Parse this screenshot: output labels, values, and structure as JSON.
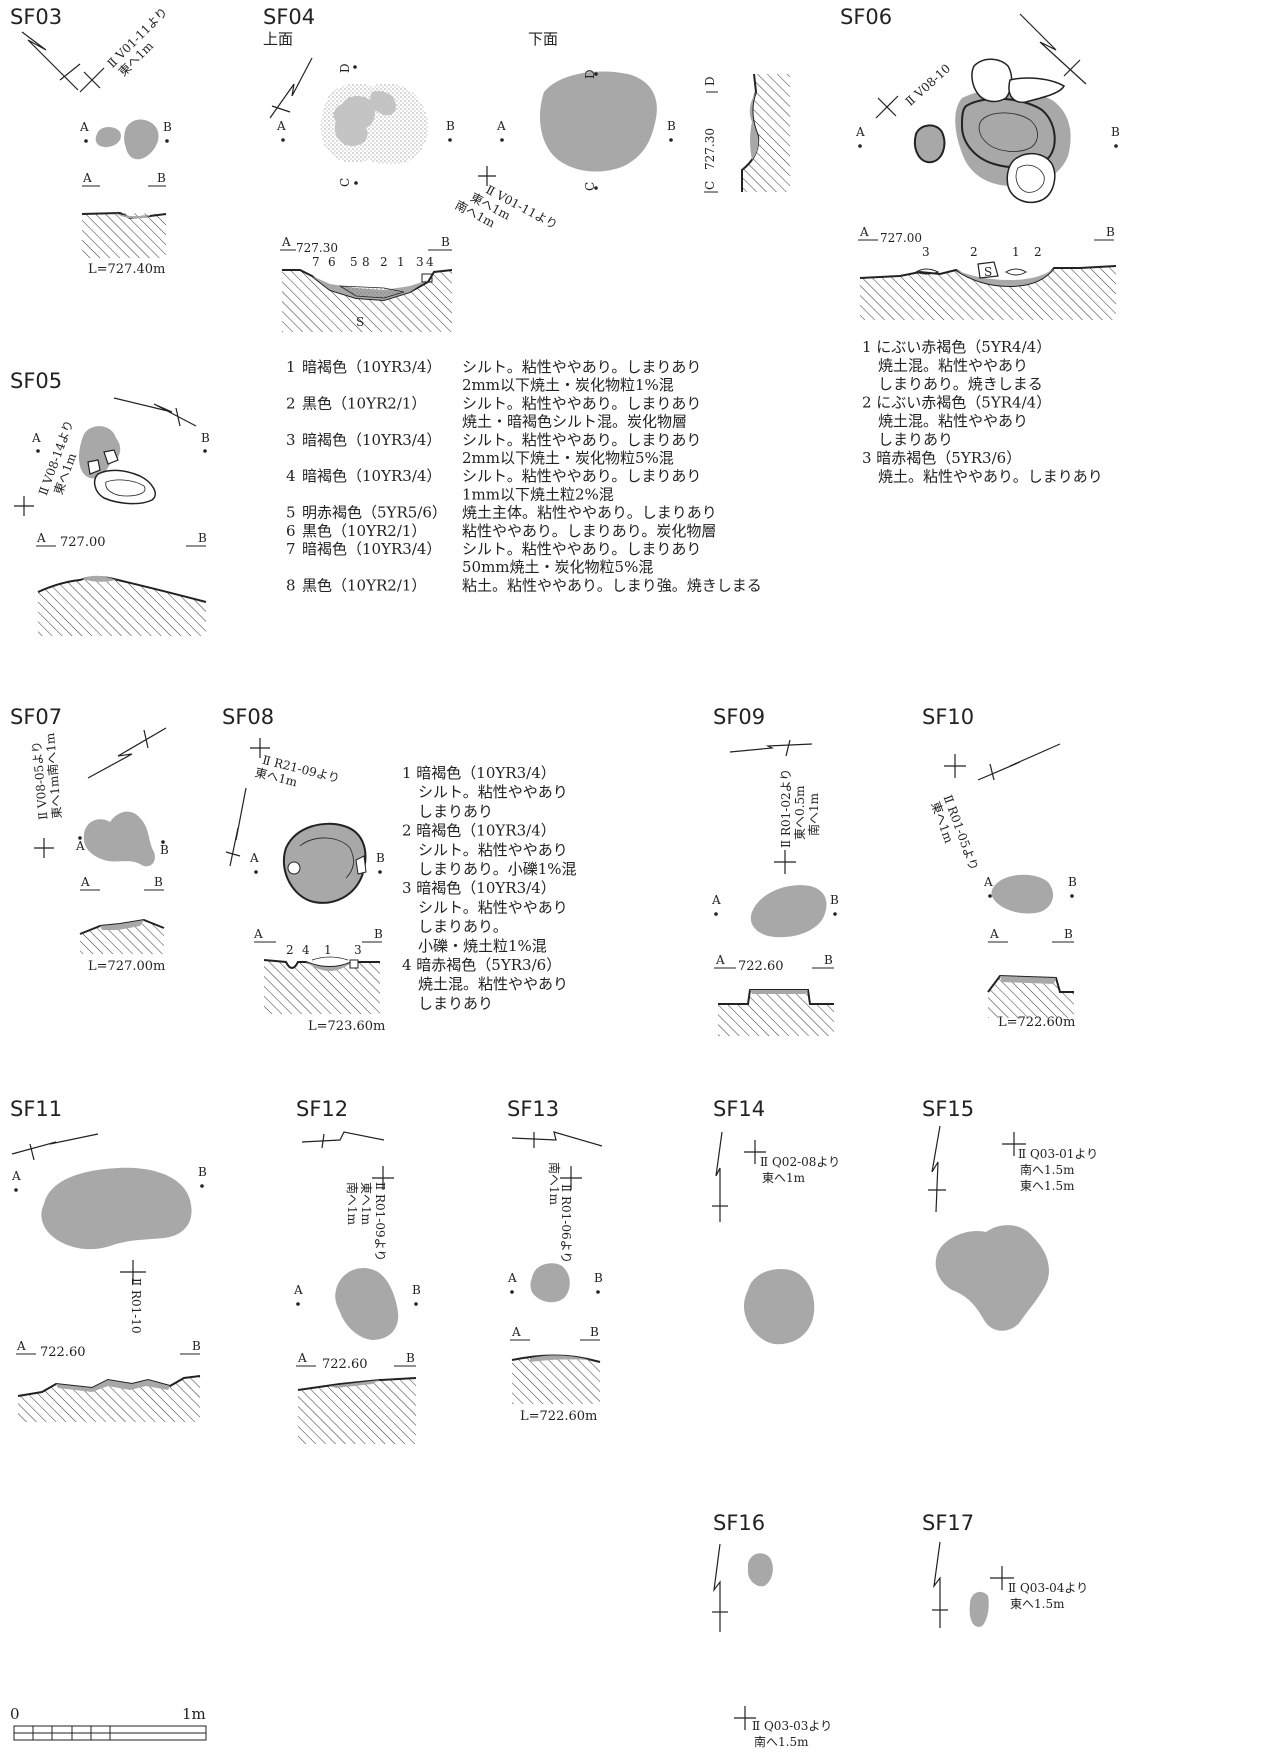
{
  "features": {
    "sf03": {
      "title": "SF03",
      "grid": "Ⅱ V01-11より",
      "grid2": "東へ1m",
      "a": "A",
      "b": "B",
      "level": "L=727.40m"
    },
    "sf04": {
      "title": "SF04",
      "upper": "上面",
      "lower": "下面",
      "a": "A",
      "b": "B",
      "c": "C",
      "d": "D",
      "grid": "Ⅱ V01-11より",
      "grid2": "東へ1m",
      "grid3": "南へ1m",
      "elev": "727.30",
      "elev2": "727.30",
      "layers": [
        "7",
        "6",
        "5",
        "8",
        "2",
        "1",
        "3",
        "4"
      ],
      "s": "S"
    },
    "sf05": {
      "title": "SF05",
      "grid": "Ⅱ V08-14より",
      "grid2": "東へ1m",
      "a": "A",
      "b": "B",
      "elev": "727.00"
    },
    "sf06": {
      "title": "SF06",
      "grid": "Ⅱ V08-10",
      "a": "A",
      "b": "B",
      "elev": "727.00",
      "l3": "3",
      "l2a": "2",
      "l1": "1",
      "l2b": "2",
      "s": "S"
    },
    "sf07": {
      "title": "SF07",
      "grid": "Ⅱ V08-05より",
      "grid2": "東へ1m南へ1m",
      "a": "A",
      "b": "B",
      "level": "L=727.00m"
    },
    "sf08": {
      "title": "SF08",
      "grid": "Ⅱ R21-09より",
      "grid2": "東へ1m",
      "a": "A",
      "b": "B",
      "l2": "2",
      "l4": "4",
      "l1": "1",
      "l3": "3",
      "level": "L=723.60m"
    },
    "sf09": {
      "title": "SF09",
      "grid": "Ⅱ R01-02より",
      "grid2": "東へ0.5m",
      "grid3": "南へ1m",
      "a": "A",
      "b": "B",
      "elev": "722.60"
    },
    "sf10": {
      "title": "SF10",
      "grid": "Ⅱ R01-05より",
      "grid2": "東へ1m",
      "a": "A",
      "b": "B",
      "level": "L=722.60m"
    },
    "sf11": {
      "title": "SF11",
      "grid": "Ⅱ R01-10",
      "a": "A",
      "b": "B",
      "elev": "722.60"
    },
    "sf12": {
      "title": "SF12",
      "grid": "Ⅱ R01-09より",
      "grid2": "東へ1m",
      "grid3": "南へ1m",
      "a": "A",
      "b": "B",
      "elev": "722.60"
    },
    "sf13": {
      "title": "SF13",
      "grid": "Ⅱ R01-06より",
      "grid2": "南へ1m",
      "a": "A",
      "b": "B",
      "level": "L=722.60m"
    },
    "sf14": {
      "title": "SF14",
      "grid": "Ⅱ Q02-08より",
      "grid2": "東へ1m"
    },
    "sf15": {
      "title": "SF15",
      "grid": "Ⅱ Q03-01より",
      "grid2": "南へ1.5m",
      "grid3": "東へ1.5m"
    },
    "sf16": {
      "title": "SF16",
      "grid": "Ⅱ Q03-03より",
      "grid2": "南へ1.5m"
    },
    "sf17": {
      "title": "SF17",
      "grid": "Ⅱ Q03-04より",
      "grid2": "東へ1.5m"
    }
  },
  "legends": {
    "sf04": [
      {
        "n": "1",
        "name": "暗褐色（10YR3/4）",
        "desc": [
          "シルト。粘性ややあり。しまりあり",
          "2mm以下焼土・炭化物粒1%混"
        ]
      },
      {
        "n": "2",
        "name": "黒色（10YR2/1）",
        "desc": [
          "シルト。粘性ややあり。しまりあり",
          "焼土・暗褐色シルト混。炭化物層"
        ]
      },
      {
        "n": "3",
        "name": "暗褐色（10YR3/4）",
        "desc": [
          "シルト。粘性ややあり。しまりあり",
          "2mm以下焼土・炭化物粒5%混"
        ]
      },
      {
        "n": "4",
        "name": "暗褐色（10YR3/4）",
        "desc": [
          "シルト。粘性ややあり。しまりあり",
          "1mm以下焼土粒2%混"
        ]
      },
      {
        "n": "5",
        "name": "明赤褐色（5YR5/6）",
        "desc": [
          "焼土主体。粘性ややあり。しまりあり"
        ]
      },
      {
        "n": "6",
        "name": "黒色（10YR2/1）",
        "desc": [
          "粘性ややあり。しまりあり。炭化物層"
        ]
      },
      {
        "n": "7",
        "name": "暗褐色（10YR3/4）",
        "desc": [
          "シルト。粘性ややあり。しまりあり",
          "50mm焼土・炭化物粒5%混"
        ]
      },
      {
        "n": "8",
        "name": "黒色（10YR2/1）",
        "desc": [
          "粘土。粘性ややあり。しまり強。焼きしまる"
        ]
      }
    ],
    "sf06": [
      "1 にぶい赤褐色（5YR4/4）",
      "焼土混。粘性ややあり",
      "しまりあり。焼きしまる",
      "2 にぶい赤褐色（5YR4/4）",
      "焼土混。粘性ややあり",
      "しまりあり",
      "3 暗赤褐色（5YR3/6）",
      "焼土。粘性ややあり。しまりあり"
    ],
    "sf08": [
      "1 暗褐色（10YR3/4）",
      "シルト。粘性ややあり",
      "しまりあり",
      "2 暗褐色（10YR3/4）",
      "シルト。粘性ややあり",
      "しまりあり。小礫1%混",
      "3 暗褐色（10YR3/4）",
      "シルト。粘性ややあり",
      "しまりあり。",
      "小礫・焼土粒1%混",
      "4 暗赤褐色（5YR3/6）",
      "焼土混。粘性ややあり",
      "しまりあり"
    ]
  },
  "scale": {
    "zero": "0",
    "one": "1m"
  },
  "colors": {
    "fill": "#a8a8a8",
    "line": "#222222",
    "paper": "#ffffff"
  }
}
